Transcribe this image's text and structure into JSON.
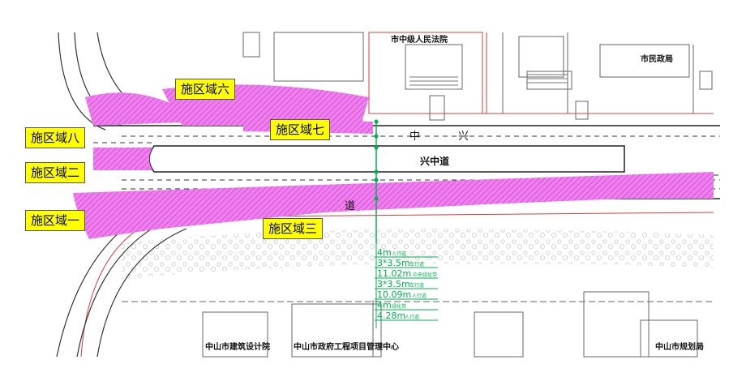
{
  "zones": [
    {
      "id": "z6",
      "label": "施区域六"
    },
    {
      "id": "z8",
      "label": "施区域八"
    },
    {
      "id": "z7",
      "label": "施区域七"
    },
    {
      "id": "z2",
      "label": "施区域二"
    },
    {
      "id": "z1",
      "label": "施区域一"
    },
    {
      "id": "z3",
      "label": "施区域三"
    }
  ],
  "buildings": {
    "court": "市中级人民法院",
    "gov": "市民政局",
    "design": "中山市建筑设计院",
    "project_center": "中山市政府工程项目管理中心",
    "planning": "中山市规划局"
  },
  "road_name": "兴中道",
  "street_glyphs": {
    "xing": "兴",
    "zhong": "中",
    "dao": "道"
  },
  "measurements": [
    {
      "value": "4m",
      "note": "人行道"
    },
    {
      "value": "3*3.5m",
      "note": "车行道"
    },
    {
      "value": "11.02m",
      "note": "中央绿化带"
    },
    {
      "value": "3*3.5m",
      "note": "车行道"
    },
    {
      "value": "10.09m",
      "note": "人行道"
    },
    {
      "value": "4m",
      "note": "绿化带"
    },
    {
      "value": "4.28m",
      "note": "人行道"
    }
  ],
  "colors": {
    "zone_fill": "#e879e8",
    "zone_hatch": "#c040c0",
    "measure": "#00b050",
    "label_bg": "#ffff00",
    "red_line": "#d04040"
  }
}
